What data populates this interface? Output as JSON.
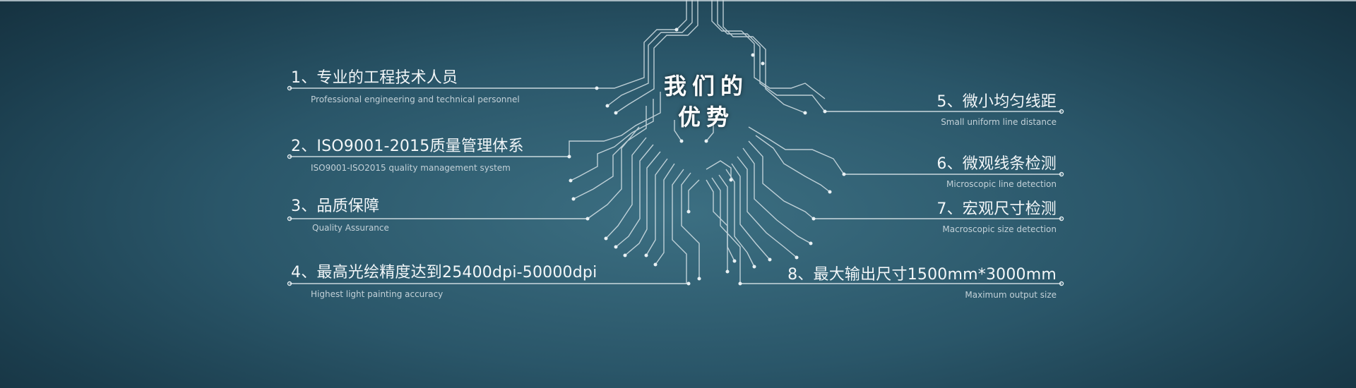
{
  "center_title": [
    "我们的",
    "优势"
  ],
  "left_items": [
    {
      "title": "1、专业的工程技术人员",
      "subtitle": "Professional engineering and technical personnel"
    },
    {
      "title": "2、ISO9001-2015质量管理体系",
      "subtitle": "ISO9001-ISO2015 quality management system"
    },
    {
      "title": "3、品质保障",
      "subtitle": "Quality Assurance"
    },
    {
      "title": "4、最高光绘精度达到25400dpi-50000dpi",
      "subtitle": "Highest light painting accuracy"
    }
  ],
  "right_items": [
    {
      "title": "5、微小均匀线距",
      "subtitle": "Small uniform line distance"
    },
    {
      "title": "6、微观线条检测",
      "subtitle": "Microscopic line detection"
    },
    {
      "title": "7、宏观尺寸检测",
      "subtitle": "Macroscopic size detection"
    },
    {
      "title": "8、最大输出尺寸1500mm*3000mm",
      "subtitle": "Maximum output size"
    }
  ],
  "colors": {
    "background": "#2a5669",
    "line": "#dbe6ea",
    "text": "#f2f6f8",
    "subtext": "#c3d1d8"
  }
}
